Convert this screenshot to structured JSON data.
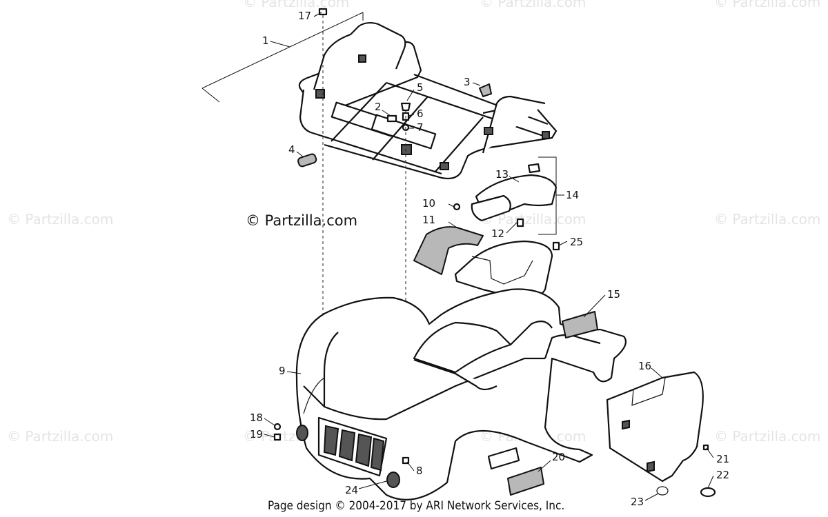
{
  "watermark": {
    "main": "© Partzilla.com",
    "faint": "© Partzilla.com"
  },
  "footer": "Page design © 2004-2017 by ARI Network Services, Inc.",
  "callouts": [
    "1",
    "2",
    "3",
    "4",
    "5",
    "6",
    "7",
    "8",
    "9",
    "10",
    "11",
    "12",
    "13",
    "14",
    "15",
    "16",
    "17",
    "18",
    "19",
    "20",
    "21",
    "22",
    "23",
    "24",
    "25"
  ],
  "colors": {
    "line": "#111111",
    "shade": "#b8b8b8",
    "watermark": "#e4e4e4"
  }
}
